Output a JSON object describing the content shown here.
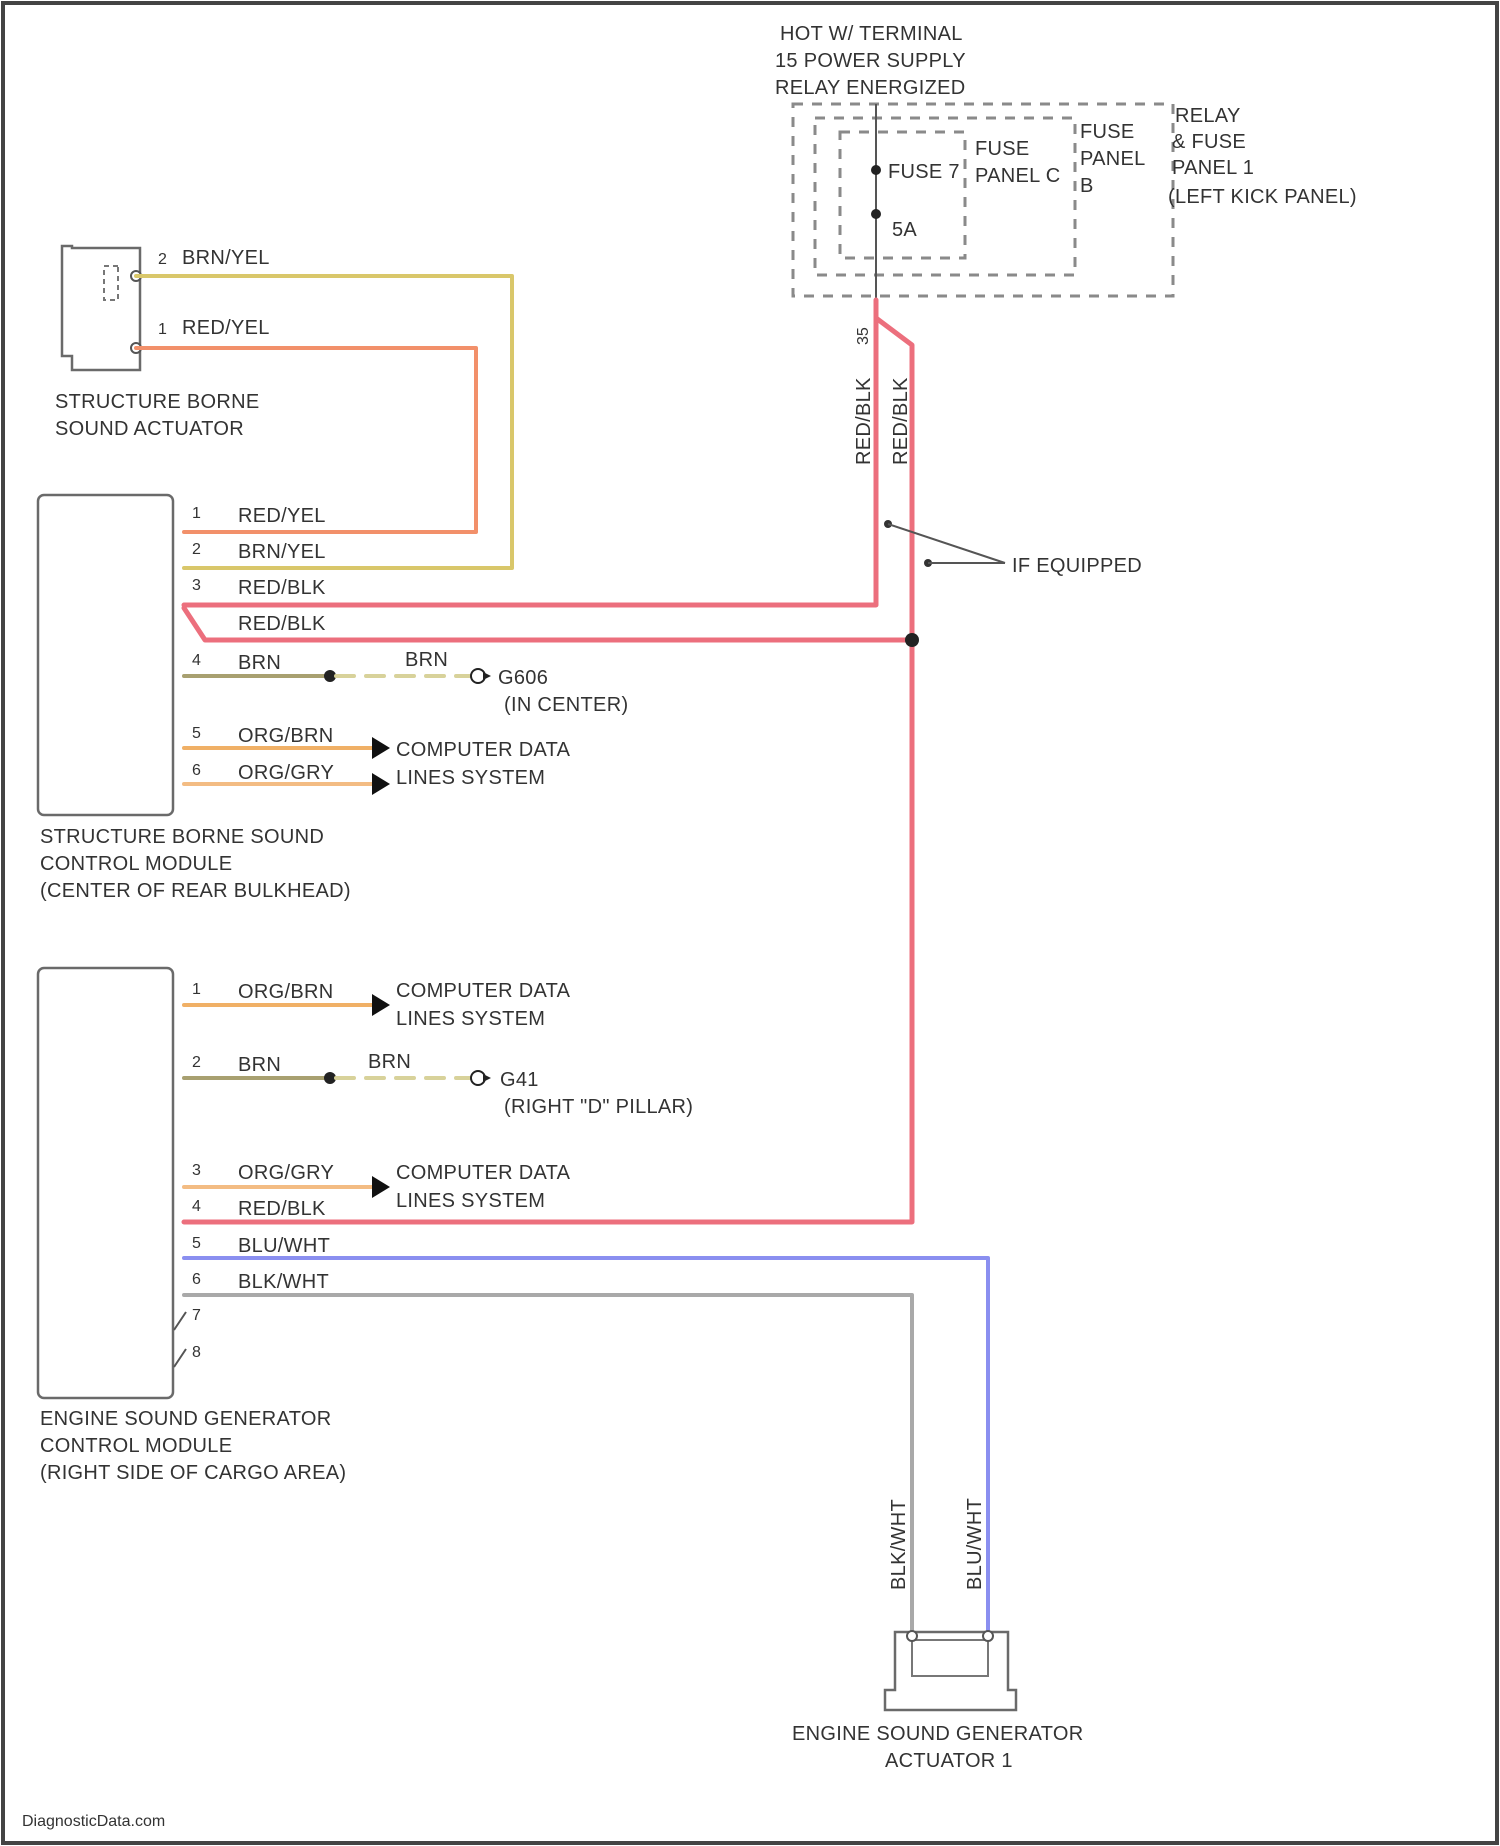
{
  "colors": {
    "brn_yel": "#d9c76a",
    "red_yel": "#f2906a",
    "red_blk": "#ec6f7d",
    "brn": "#a8a070",
    "org_brn": "#f0b066",
    "org_gry": "#f3bc83",
    "blu_wht": "#8a8ff0",
    "blk_wht": "#a9a9a9",
    "ground_dash": "#d8d29a",
    "component_outline": "#6a6a6a",
    "text": "#333333"
  },
  "power_supply": {
    "line1": "HOT W/ TERMINAL",
    "line2": "15 POWER SUPPLY",
    "line3": "RELAY ENERGIZED"
  },
  "fuse_box": {
    "fuse_label": "FUSE 7",
    "fuse_rating": "5A",
    "fuse_panel_c_line1": "FUSE",
    "fuse_panel_c_line2": "PANEL C",
    "fuse_panel_b_line1": "FUSE",
    "fuse_panel_b_line2": "PANEL",
    "fuse_panel_b_line3": "B",
    "relay_panel_line1": "RELAY",
    "relay_panel_line2": "& FUSE",
    "relay_panel_line3": "PANEL 1",
    "relay_panel_line4": "(LEFT KICK PANEL)",
    "pin": "35",
    "wire_left": "RED/BLK",
    "wire_right": "RED/BLK"
  },
  "if_equipped": "IF EQUIPPED",
  "actuator": {
    "line1": "STRUCTURE BORNE",
    "line2": "SOUND ACTUATOR",
    "pins": [
      {
        "num": "2",
        "wire": "BRN/YEL"
      },
      {
        "num": "1",
        "wire": "RED/YEL"
      }
    ]
  },
  "sbs_module": {
    "line1": "STRUCTURE BORNE SOUND",
    "line2": "CONTROL MODULE",
    "line3": "(CENTER OF REAR BULKHEAD)",
    "pins": [
      {
        "num": "1",
        "wire": "RED/YEL"
      },
      {
        "num": "2",
        "wire": "BRN/YEL"
      },
      {
        "num": "3",
        "wire": "RED/BLK"
      },
      {
        "num": "",
        "wire": "RED/BLK"
      },
      {
        "num": "4",
        "wire": "BRN"
      },
      {
        "num": "5",
        "wire": "ORG/BRN"
      },
      {
        "num": "6",
        "wire": "ORG/GRY"
      }
    ],
    "ground_wire": "BRN",
    "ground_id": "G606",
    "ground_location": "(IN CENTER)",
    "data_line1": "COMPUTER DATA",
    "data_line2": "LINES SYSTEM"
  },
  "esg_module": {
    "line1": "ENGINE SOUND GENERATOR",
    "line2": "CONTROL MODULE",
    "line3": "(RIGHT SIDE OF CARGO AREA)",
    "pins": [
      {
        "num": "1",
        "wire": "ORG/BRN"
      },
      {
        "num": "2",
        "wire": "BRN"
      },
      {
        "num": "3",
        "wire": "ORG/GRY"
      },
      {
        "num": "4",
        "wire": "RED/BLK"
      },
      {
        "num": "5",
        "wire": "BLU/WHT"
      },
      {
        "num": "6",
        "wire": "BLK/WHT"
      },
      {
        "num": "7",
        "wire": ""
      },
      {
        "num": "8",
        "wire": ""
      }
    ],
    "ground_wire": "BRN",
    "ground_id": "G41",
    "ground_location": "(RIGHT \"D\" PILLAR)",
    "data1_line1": "COMPUTER DATA",
    "data1_line2": "LINES SYSTEM",
    "data2_line1": "COMPUTER DATA",
    "data2_line2": "LINES SYSTEM"
  },
  "gen_actuator": {
    "line1": "ENGINE SOUND GENERATOR",
    "line2": "ACTUATOR 1",
    "wire_left": "BLK/WHT",
    "wire_right": "BLU/WHT"
  },
  "watermark": "DiagnosticData.com"
}
